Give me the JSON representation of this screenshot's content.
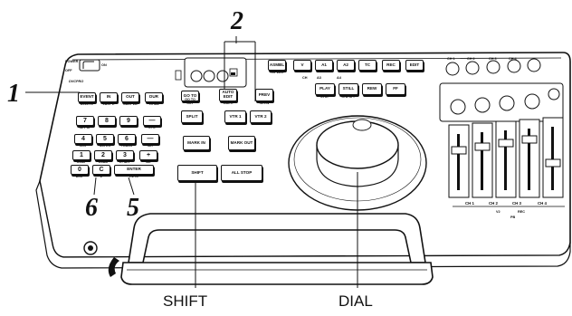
{
  "callouts": {
    "c1": "1",
    "c2": "2",
    "c5": "5",
    "c6": "6"
  },
  "captions": {
    "shift": "SHIFT",
    "dial": "DIAL"
  },
  "power": {
    "label": "POWER",
    "on": "ON",
    "off": "OFF",
    "dvcpro": "DVCPRO"
  },
  "edit_keys": [
    {
      "label": "EVENT",
      "sub": "DELETE"
    },
    {
      "label": "IN",
      "sub": "LAST E"
    },
    {
      "label": "OUT",
      "sub": "LAST ED"
    },
    {
      "label": "DUR",
      "sub": "TOTAL"
    }
  ],
  "numpad": [
    {
      "label": "7",
      "sub": "SET UP"
    },
    {
      "label": "8",
      "sub": ""
    },
    {
      "label": "9",
      "sub": ""
    },
    {
      "label": "—",
      "sub": "ETC"
    },
    {
      "label": "4",
      "sub": "LIST"
    },
    {
      "label": "5",
      "sub": "SUPER"
    },
    {
      "label": "6",
      "sub": "TRACK"
    },
    {
      "label": "—",
      "sub": "MK"
    },
    {
      "label": "1",
      "sub": "COMP"
    },
    {
      "label": "2",
      "sub": "LOAD"
    },
    {
      "label": "3",
      "sub": "E. SET"
    },
    {
      "label": "+",
      "sub": "ML"
    },
    {
      "label": "0",
      "sub": "DISP"
    },
    {
      "label": "C",
      "sub": "E"
    },
    {
      "label": "ENTER",
      "sub": "RETU"
    }
  ],
  "mid_keys": {
    "goto": "GO TO",
    "goto_sub": "GO TO OUT",
    "auto_edit": "AUTO EDIT",
    "auto_sub": "MULTI",
    "prev": "PREV",
    "prev_sub": "REVW",
    "split": "SPLIT",
    "vtr1": "VTR 1",
    "vtr2": "VTR 2",
    "mark_in": "MARK IN",
    "mark_out": "MARK OUT",
    "shift": "SHIFT",
    "all_stop": "ALL STOP",
    "ch": "CH"
  },
  "top_keys": {
    "assemble": "ASMBL",
    "asm_sub": "TST EDIT",
    "v": "V",
    "a1": "A1",
    "a2": "A2",
    "tc": "TC",
    "rec": "REC",
    "edit": "EDIT",
    "a3": "A3",
    "a4": "A4",
    "play": "PLAY",
    "stop": "STOP",
    "still": "STILL",
    "still_sub": "STB OFF",
    "rew": "REW",
    "ff": "FF"
  },
  "mixer": {
    "channels": [
      "CH 1",
      "CH 2",
      "CH 3",
      "CH 4"
    ],
    "bottom": [
      "CH 1",
      "CH 2",
      "CH 3",
      "CH 4"
    ],
    "vu": "V2",
    "rec": "REC",
    "pb": "PB"
  }
}
